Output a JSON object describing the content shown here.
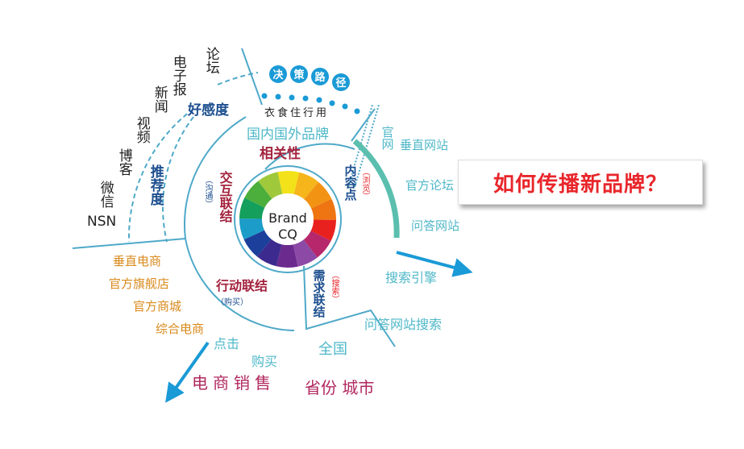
{
  "center": {
    "line1": "Brand",
    "line2": "CQ"
  },
  "wheel_colors": [
    "#f3e21a",
    "#f5b51b",
    "#f39314",
    "#ef7412",
    "#e9211e",
    "#b6286b",
    "#8c4aa6",
    "#6a2a8e",
    "#3c2a8f",
    "#1b3f9a",
    "#1c9cc9",
    "#159f5c",
    "#4cae3b",
    "#9fc93b"
  ],
  "inner": {
    "relevance": "相关性",
    "content_point": "内容点",
    "browse": "（浏览）",
    "interaction": "交互联结",
    "communicate": "（沟通）",
    "action": "行动联结",
    "purchase": "（购买）",
    "demand": "需求联结",
    "search": "（搜索）"
  },
  "top": {
    "brands": "国内国外品牌",
    "necessities": "衣食住行用",
    "decision_path": [
      "决",
      "策",
      "路",
      "径"
    ]
  },
  "left": {
    "favorability": "好感度",
    "recommendation": "推荐度",
    "channels": [
      "NSN",
      "微信",
      "博客",
      "视频",
      "新闻",
      "电子报",
      "论坛"
    ]
  },
  "right": {
    "sites": [
      "官网",
      "垂直网站",
      "官方论坛",
      "问答网站"
    ],
    "search_items": [
      "搜索引擎",
      "问答网站搜索"
    ]
  },
  "bottom_left": {
    "ecommerce_types": [
      "垂直电商",
      "官方旗舰店",
      "官方商城",
      "综合电商"
    ],
    "actions": [
      "点击",
      "购买"
    ],
    "ecommerce_sales": "电商销售"
  },
  "bottom_right": {
    "national": "全国",
    "province_city": "省份 城市"
  },
  "callout": "如何传播新品牌？",
  "colors": {
    "blue": "#1a9ad6",
    "teal": "#4fb8c8",
    "red": "#e8262b",
    "navy": "#1d4f8f",
    "maroon": "#a3223d",
    "orange": "#d98a1c",
    "pink": "#b0285f"
  }
}
